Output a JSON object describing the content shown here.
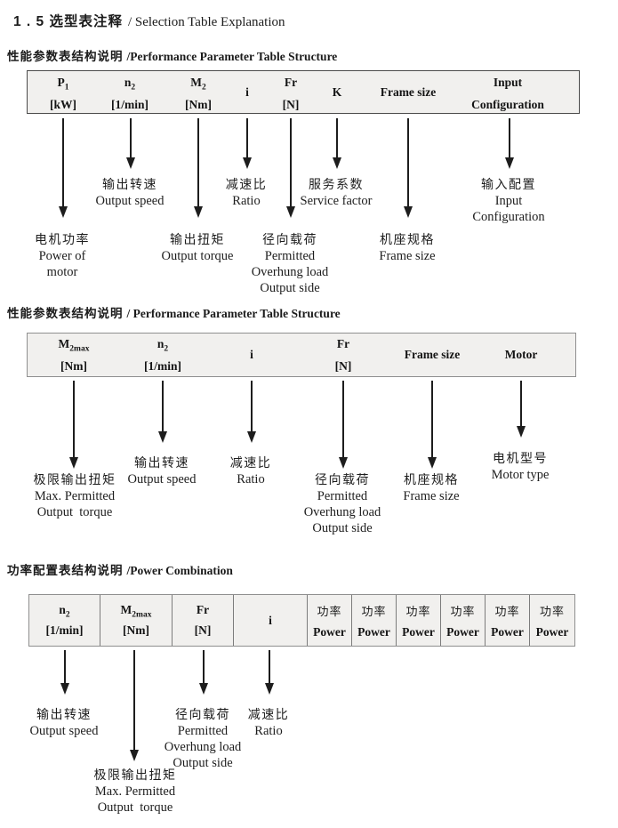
{
  "title": {
    "zh": "1 . 5 选型表注释",
    "en": "/  Selection Table Explanation"
  },
  "s1": {
    "heading": {
      "zh": "性能参数表结构说明",
      "en": "/Performance Parameter Table Structure"
    },
    "cols": [
      {
        "sym": "P",
        "sub": "1",
        "unit": "[kW]"
      },
      {
        "sym": "n",
        "sub": "2",
        "unit": "[1/min]"
      },
      {
        "sym": "M",
        "sub": "2",
        "unit": "[Nm]"
      },
      {
        "sym": "i"
      },
      {
        "sym": "Fr",
        "unit": "[N]"
      },
      {
        "sym": "K"
      },
      {
        "sym": "Frame size"
      },
      {
        "sym": "Input",
        "unit": "Configuration"
      }
    ],
    "labels": {
      "motor_power": [
        "电机功率",
        "Power of",
        "motor"
      ],
      "output_speed": [
        "输出转速",
        "Output speed"
      ],
      "output_torque": [
        "输出扭矩",
        "Output torque"
      ],
      "ratio": [
        "减速比",
        "Ratio"
      ],
      "overhung": [
        "径向载荷",
        "Permitted",
        "Overhung load",
        "Output side"
      ],
      "service_factor": [
        "服务系数",
        "Service factor"
      ],
      "frame_size": [
        "机座规格",
        "Frame size"
      ],
      "input_config": [
        "输入配置",
        "Input",
        "Configuration"
      ]
    }
  },
  "s2": {
    "heading": {
      "zh": "性能参数表结构说明",
      "en": "/ Performance Parameter Table Structure"
    },
    "cols": [
      {
        "sym": "M",
        "sub": "2max",
        "unit": "[Nm]"
      },
      {
        "sym": "n",
        "sub": "2",
        "unit": "[1/min]"
      },
      {
        "sym": "i"
      },
      {
        "sym": "Fr",
        "unit": "[N]"
      },
      {
        "sym": "Frame size"
      },
      {
        "sym": "Motor"
      }
    ],
    "labels": {
      "max_torque": [
        "极限输出扭矩",
        "Max. Permitted",
        "Output  torque"
      ],
      "output_speed": [
        "输出转速",
        "Output speed"
      ],
      "ratio": [
        "减速比",
        "Ratio"
      ],
      "overhung": [
        "径向载荷",
        "Permitted",
        "Overhung load",
        "Output side"
      ],
      "frame_size": [
        "机座规格",
        "Frame size"
      ],
      "motor_type": [
        "电机型号",
        "Motor type"
      ]
    }
  },
  "s3": {
    "heading": {
      "zh": "功率配置表结构说明",
      "en": "/Power Combination"
    },
    "cols": [
      {
        "sym": "n",
        "sub": "2",
        "unit": "[1/min]"
      },
      {
        "sym": "M",
        "sub": "2max",
        "unit": "[Nm]"
      },
      {
        "sym": "Fr",
        "unit": "[N]"
      },
      {
        "sym": "i"
      }
    ],
    "power_cols": [
      {
        "zh": "功率",
        "en": "Power"
      },
      {
        "zh": "功率",
        "en": "Power"
      },
      {
        "zh": "功率",
        "en": "Power"
      },
      {
        "zh": "功率",
        "en": "Power"
      },
      {
        "zh": "功率",
        "en": "Power"
      },
      {
        "zh": "功率",
        "en": "Power"
      }
    ],
    "labels": {
      "output_speed": [
        "输出转速",
        "Output speed"
      ],
      "max_torque": [
        "极限输出扭矩",
        "Max. Permitted",
        "Output  torque"
      ],
      "overhung": [
        "径向载荷",
        "Permitted",
        "Overhung load",
        "Output side"
      ],
      "ratio": [
        "减速比",
        "Ratio"
      ]
    }
  }
}
